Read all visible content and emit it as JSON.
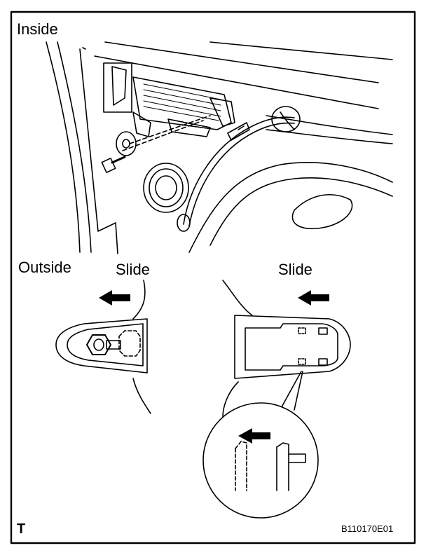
{
  "labels": {
    "inside": "Inside",
    "outside": "Outside",
    "slide_left": "Slide",
    "slide_right": "Slide",
    "corner_mark": "T",
    "figure_code": "B110170E01"
  },
  "colors": {
    "line": "#000000",
    "panel_fill": "#f2f2f2",
    "background": "#ffffff"
  },
  "icons": {
    "slide_arrow": "left-arrow-icon",
    "bolt": "bolt-icon"
  }
}
